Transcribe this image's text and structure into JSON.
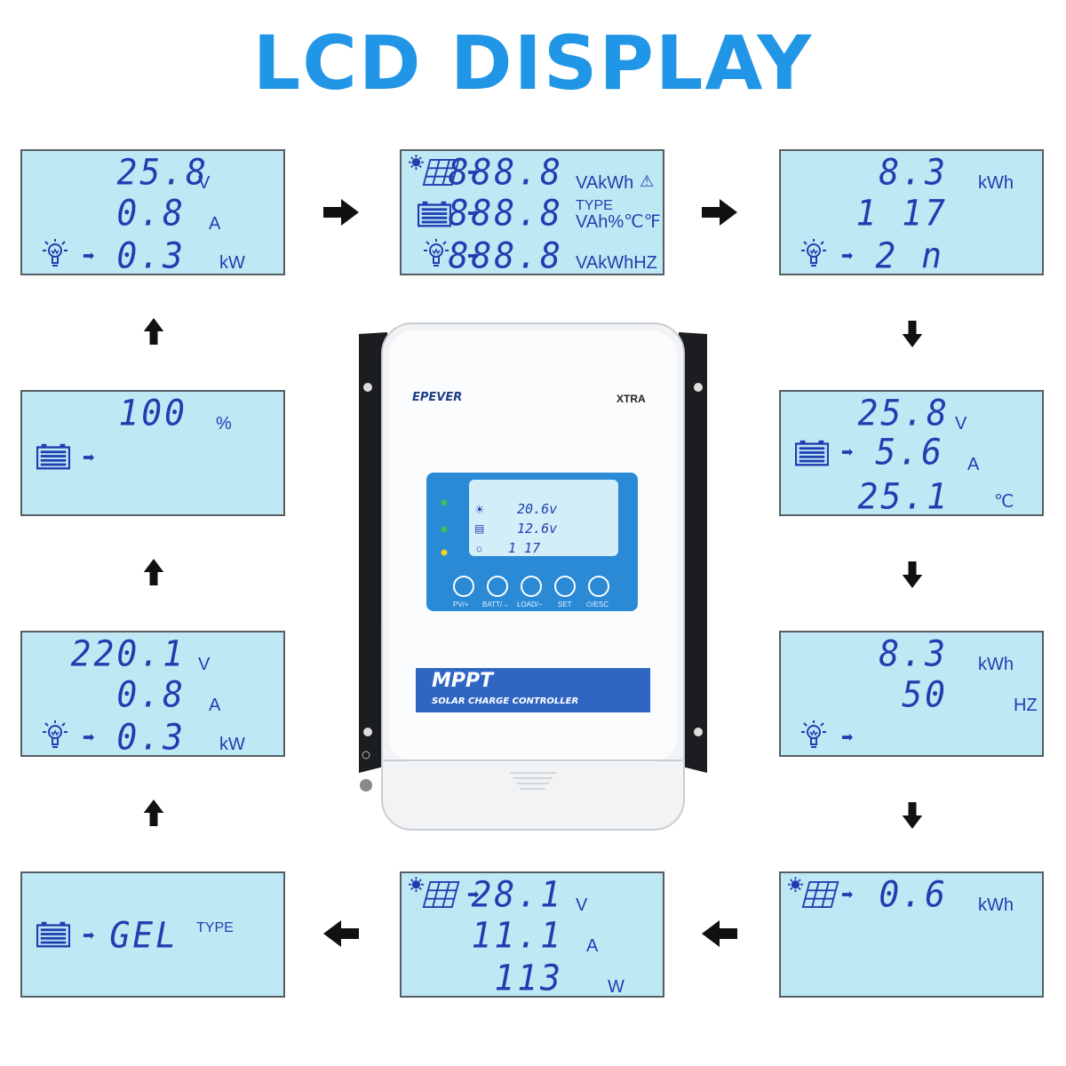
{
  "title": "LCD DISPLAY",
  "panels": {
    "p1": {
      "r1": {
        "num": "25.8",
        "unit": "V"
      },
      "r2": {
        "num": "0.8",
        "unit": "A"
      },
      "r3": {
        "num": "0.3",
        "unit": "kW"
      }
    },
    "p2": {
      "r1": {
        "num": "888.8",
        "unit": "VAkWh"
      },
      "r2": {
        "num": "888.8",
        "unit_top": "TYPE",
        "unit": "VAh%℃℉"
      },
      "r3": {
        "num": "888.8",
        "unit": "VAkWhHZ"
      }
    },
    "p3": {
      "r1": {
        "num": "8.3",
        "unit": "kWh"
      },
      "r2": {
        "num": "1  17"
      },
      "r3": {
        "num": "2 n"
      }
    },
    "p4": {
      "r1": {
        "num": "25.8",
        "unit": "V"
      },
      "r2": {
        "num": "5.6",
        "unit": "A"
      },
      "r3": {
        "num": "25.1",
        "unit": "℃"
      }
    },
    "p5": {
      "r1": {
        "num": "8.3",
        "unit": "kWh"
      },
      "r2": {
        "num": "50",
        "unit": "HZ"
      }
    },
    "p6": {
      "r1": {
        "num": "0.6",
        "unit": "kWh"
      }
    },
    "p7": {
      "r1": {
        "num": "28.1",
        "unit": "V"
      },
      "r2": {
        "num": "11.1",
        "unit": "A"
      },
      "r3": {
        "num": "113",
        "unit": "W"
      }
    },
    "p8": {
      "r1": {
        "num": "GEL",
        "unit": "TYPE"
      }
    },
    "p9": {
      "r1": {
        "num": "220.1",
        "unit": "V"
      },
      "r2": {
        "num": "0.8",
        "unit": "A"
      },
      "r3": {
        "num": "0.3",
        "unit": "kW"
      }
    },
    "p10": {
      "r1": {
        "num": "100",
        "unit": "%"
      }
    }
  },
  "device": {
    "brand": "EPEVER",
    "model": "XTRA",
    "mini_lcd": [
      "20.6v",
      "12.6v",
      "1 17"
    ],
    "buttons": [
      "PV/+",
      "BATT/→",
      "LOAD/−",
      "SET",
      "⏻/ESC"
    ],
    "label_title": "MPPT",
    "label_sub": "SOLAR CHARGE CONTROLLER"
  }
}
